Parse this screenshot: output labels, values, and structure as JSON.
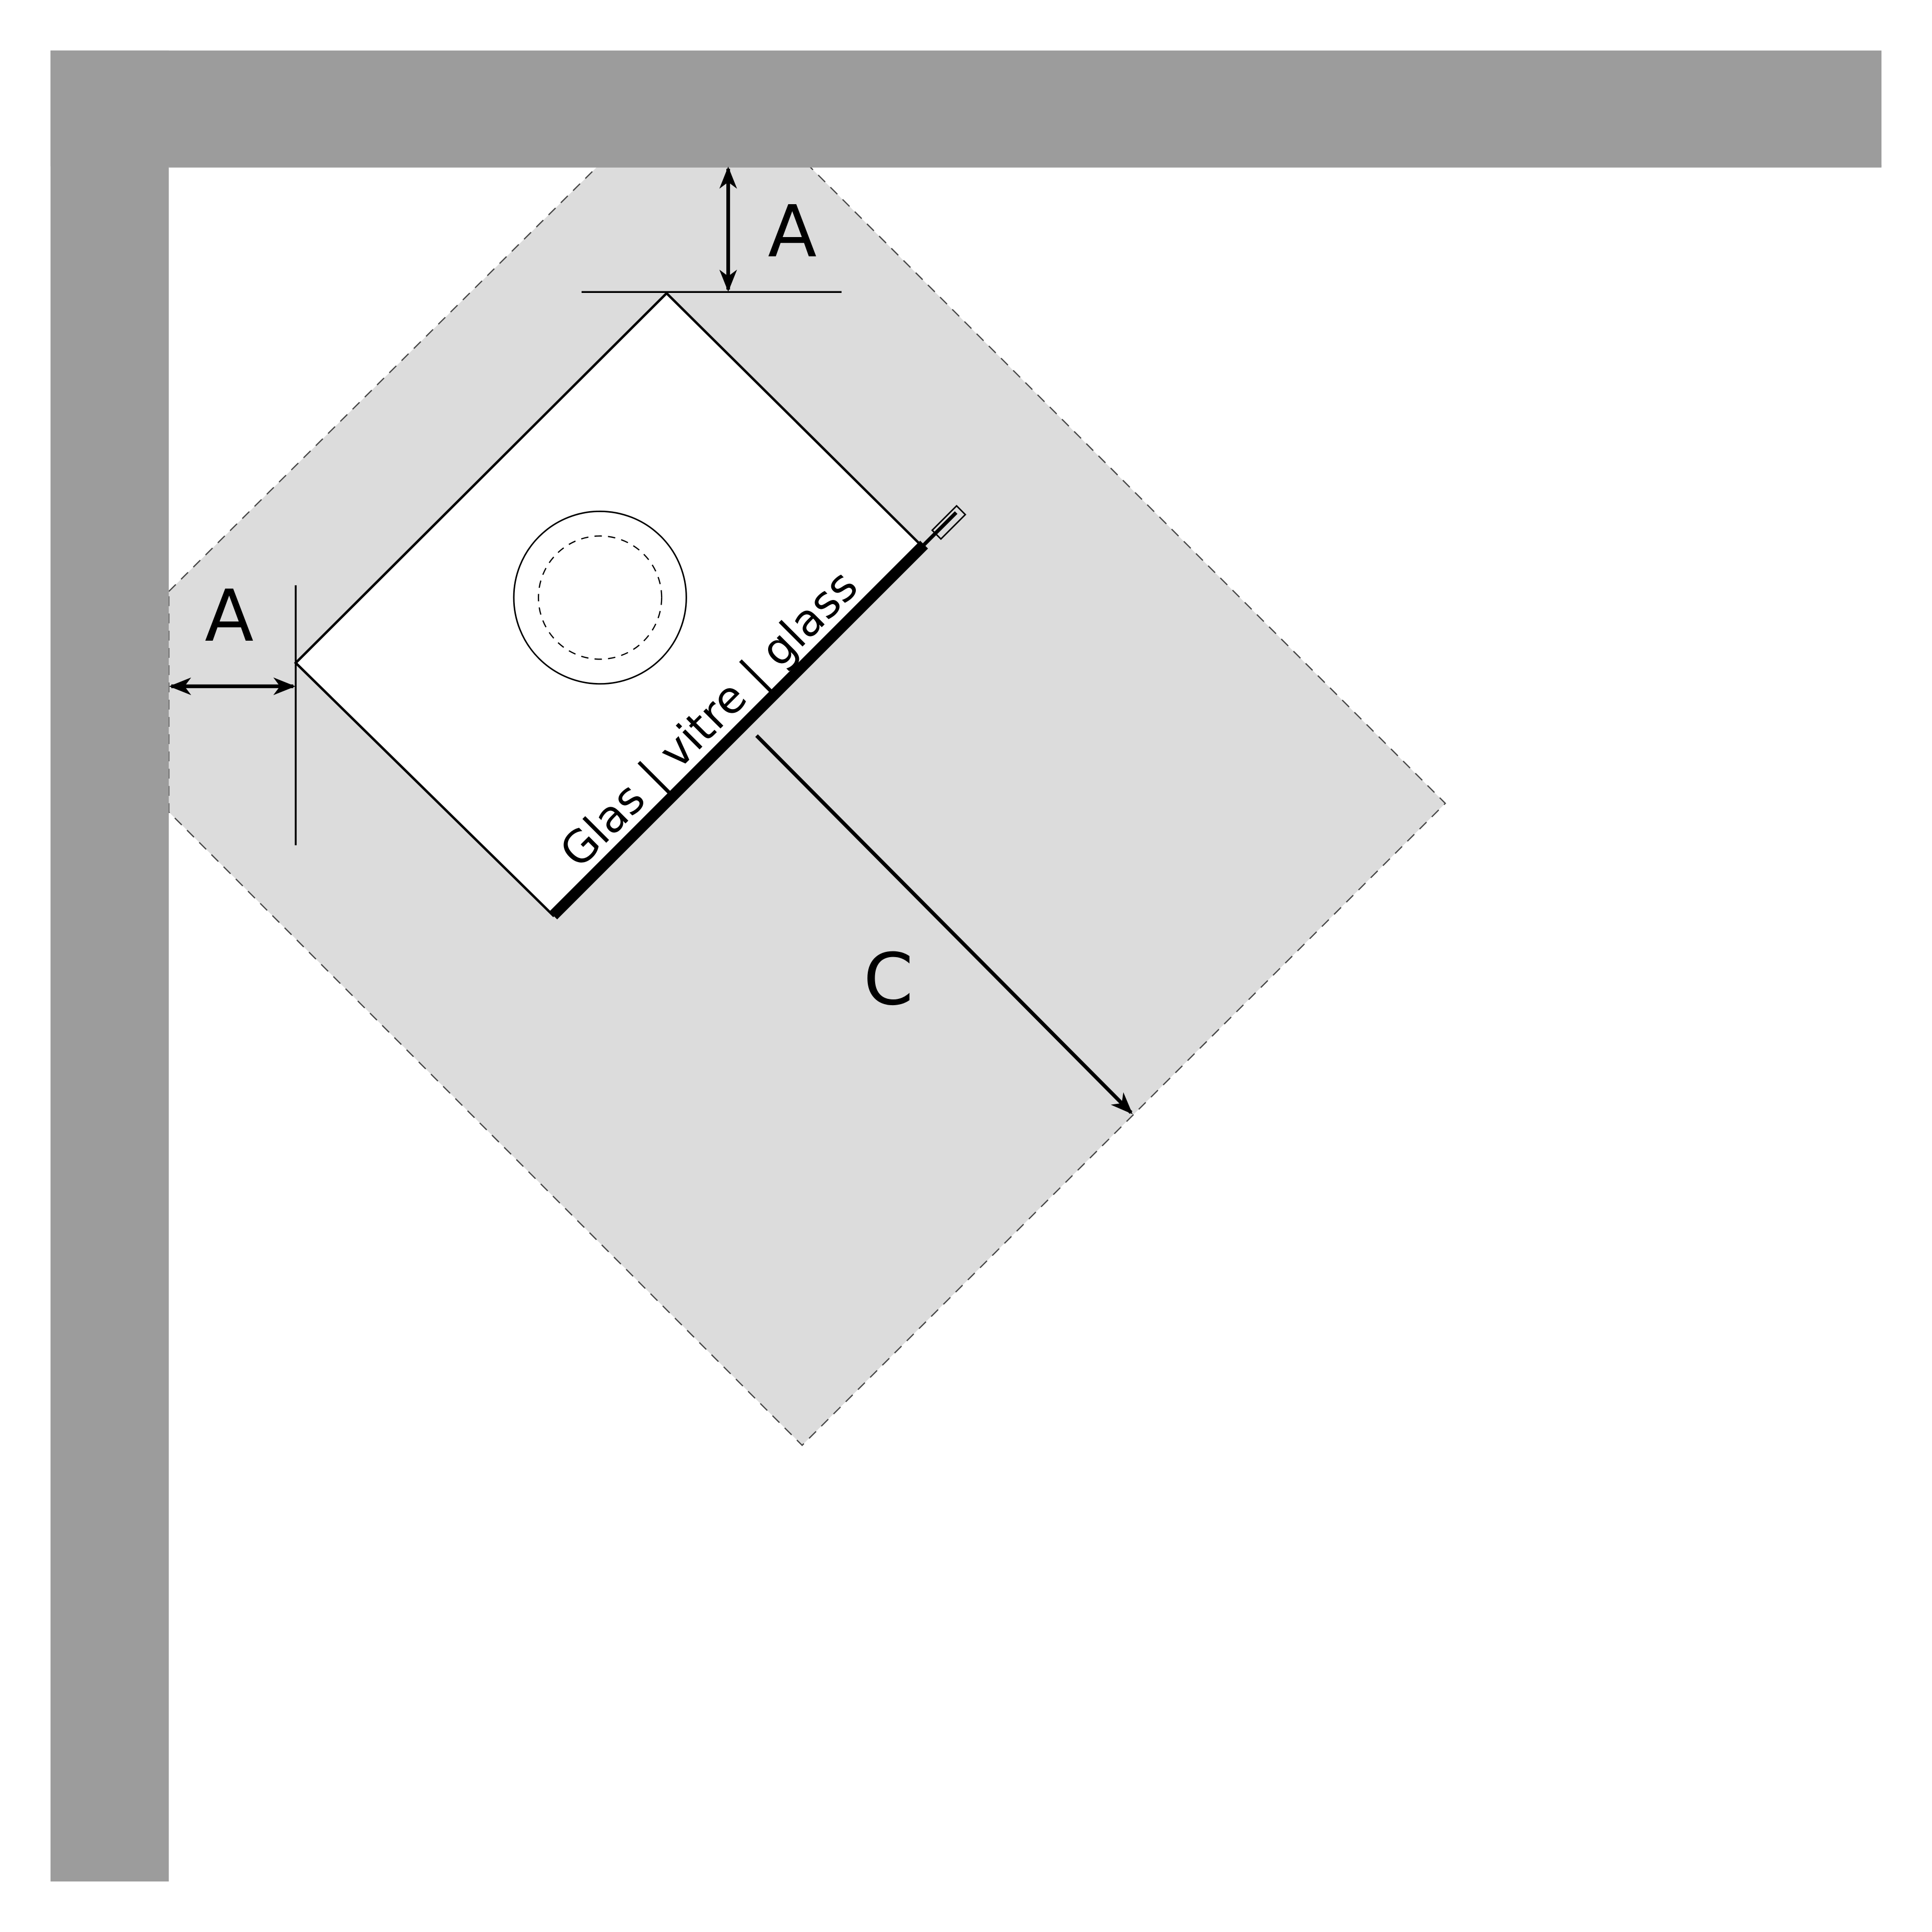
{
  "diagram": {
    "colors": {
      "wall": "#9c9c9c",
      "clearance_zone": "#dcdcdc",
      "stroke": "#000000",
      "background": "#ffffff"
    },
    "labels": {
      "top_clearance": "A",
      "side_clearance": "A",
      "front_clearance": "C",
      "glass": "Glas | vitre | glass"
    }
  }
}
